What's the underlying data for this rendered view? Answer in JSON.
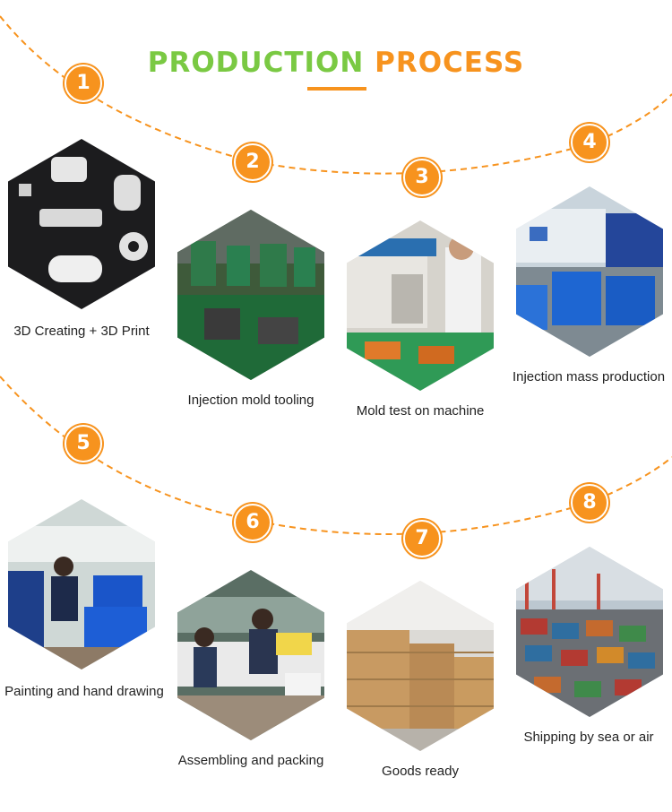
{
  "title": {
    "part1": "PRODUCTION",
    "part2": "PROCESS"
  },
  "colors": {
    "accent_orange": "#f7931e",
    "accent_green": "#7ac943"
  },
  "steps": [
    {
      "number": "1",
      "caption": "3D Creating + 3D Print"
    },
    {
      "number": "2",
      "caption": "Injection mold tooling"
    },
    {
      "number": "3",
      "caption": "Mold test on machine"
    },
    {
      "number": "4",
      "caption": "Injection mass production"
    },
    {
      "number": "5",
      "caption": "Painting and hand drawing"
    },
    {
      "number": "6",
      "caption": "Assembling and packing"
    },
    {
      "number": "7",
      "caption": "Goods ready"
    },
    {
      "number": "8",
      "caption": "Shipping by sea or air"
    }
  ]
}
